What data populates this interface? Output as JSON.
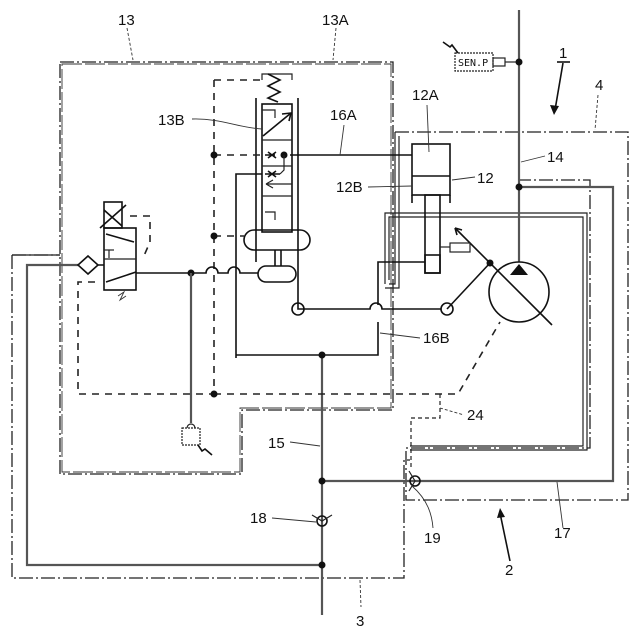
{
  "figure": {
    "type": "hydraulic circuit schematic (patent drawing)",
    "labels": {
      "system": "1",
      "unit_2": "2",
      "unit_3": "3",
      "unit_4": "4",
      "actuator": "12",
      "chamber_a": "12A",
      "chamber_b": "12B",
      "valve_block": "13",
      "valve_block_a": "13A",
      "spool_valve": "13B",
      "line_14": "14",
      "line_15": "15",
      "line_16a": "16A",
      "line_16b": "16B",
      "line_17": "17",
      "check_valve_18": "18",
      "check_valve_19": "19",
      "pilot_line": "24"
    },
    "sensor_text": "SEN.P"
  }
}
